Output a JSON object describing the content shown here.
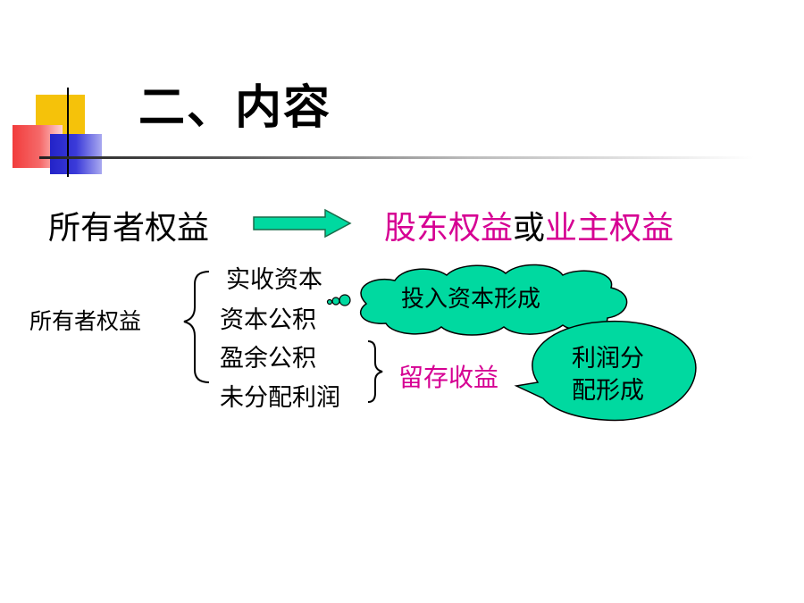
{
  "title": "二、内容",
  "equivalence": {
    "left": "所有者权益",
    "right_part1": "股东权益",
    "connector": "或",
    "right_part2": "业主权益"
  },
  "structure": {
    "category": "所有者权益",
    "items": [
      "实收资本",
      "资本公积",
      "盈余公积",
      "未分配利润"
    ],
    "retained_label": "留存收益"
  },
  "callouts": {
    "capital_source": "投入资本形成",
    "profit_source_line1": "利润分",
    "profit_source_line2": "配形成"
  },
  "colors": {
    "accent_magenta": "#d60093",
    "bubble_fill": "#00d9a0",
    "arrow_fill": "#00d9a0"
  }
}
